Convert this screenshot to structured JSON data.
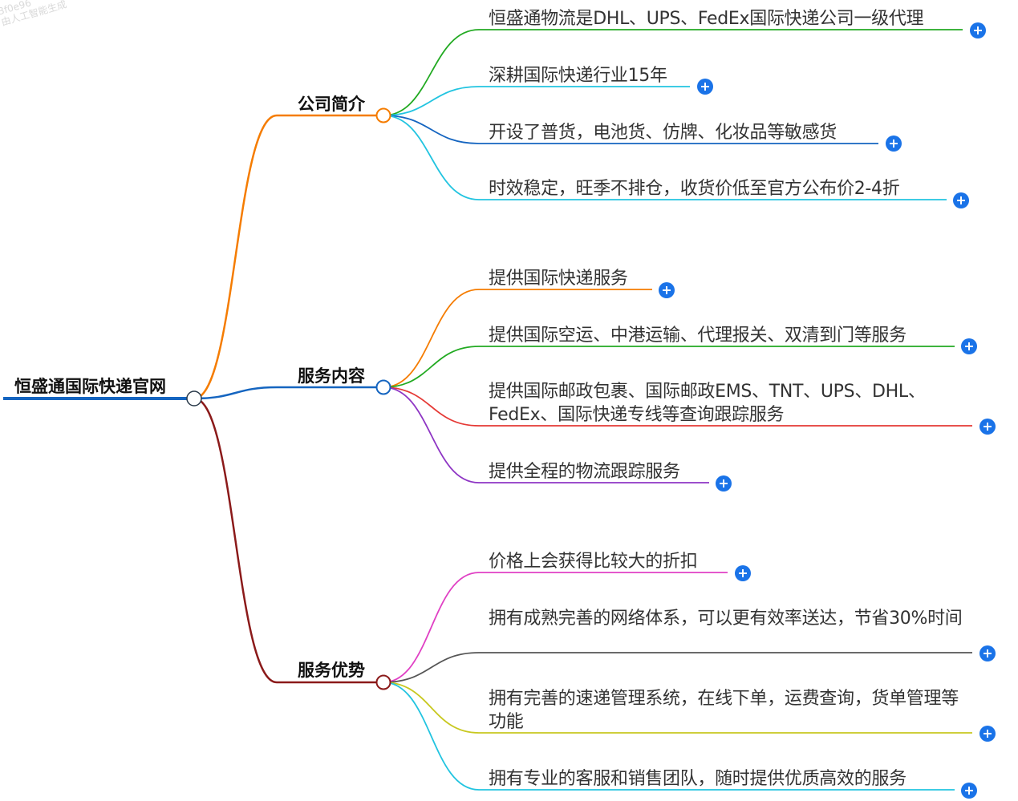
{
  "root": {
    "label": "恒盛通国际快递官网",
    "color": "#1565c0"
  },
  "watermark": {
    "line1": "3f0e96",
    "line2": "由人工智能生成"
  },
  "branches": [
    {
      "label": "公司简介",
      "color": "#f57c00",
      "children": [
        {
          "text": "恒盛通物流是DHL、UPS、FedEx国际快递公司一级代理",
          "color": "#22aa22"
        },
        {
          "text": "深耕国际快递行业15年",
          "color": "#22c4e0"
        },
        {
          "text": "开设了普货，电池货、仿牌、化妆品等敏感货",
          "color": "#1565c0"
        },
        {
          "text": "时效稳定，旺季不排仓，收货价低至官方公布价2-4折",
          "color": "#22c4e0"
        }
      ]
    },
    {
      "label": "服务内容",
      "color": "#1565c0",
      "children": [
        {
          "text": "提供国际快递服务",
          "color": "#f57c00"
        },
        {
          "text": "提供国际空运、中港运输、代理报关、双清到门等服务",
          "color": "#22aa22"
        },
        {
          "text": "提供国际邮政包裹、国际邮政EMS、TNT、UPS、DHL、FedEx、国际快递专线等查询跟踪服务",
          "color": "#e53935"
        },
        {
          "text": "提供全程的物流跟踪服务",
          "color": "#8e35c4"
        }
      ]
    },
    {
      "label": "服务优势",
      "color": "#8b1a1a",
      "children": [
        {
          "text": "价格上会获得比较大的折扣",
          "color": "#e040c4"
        },
        {
          "text": "拥有成熟完善的网络体系，可以更有效率送达，节省30%时间",
          "color": "#555555"
        },
        {
          "text": "拥有完善的速递管理系统，在线下单，运费查询，货单管理等功能",
          "color": "#c8c820"
        },
        {
          "text": "拥有专业的客服和销售团队，随时提供优质高效的服务",
          "color": "#22c4e0"
        }
      ]
    }
  ],
  "colors": {
    "expand_button": "#1a73e8"
  },
  "icons": {
    "expand": "plus-circle-icon"
  }
}
